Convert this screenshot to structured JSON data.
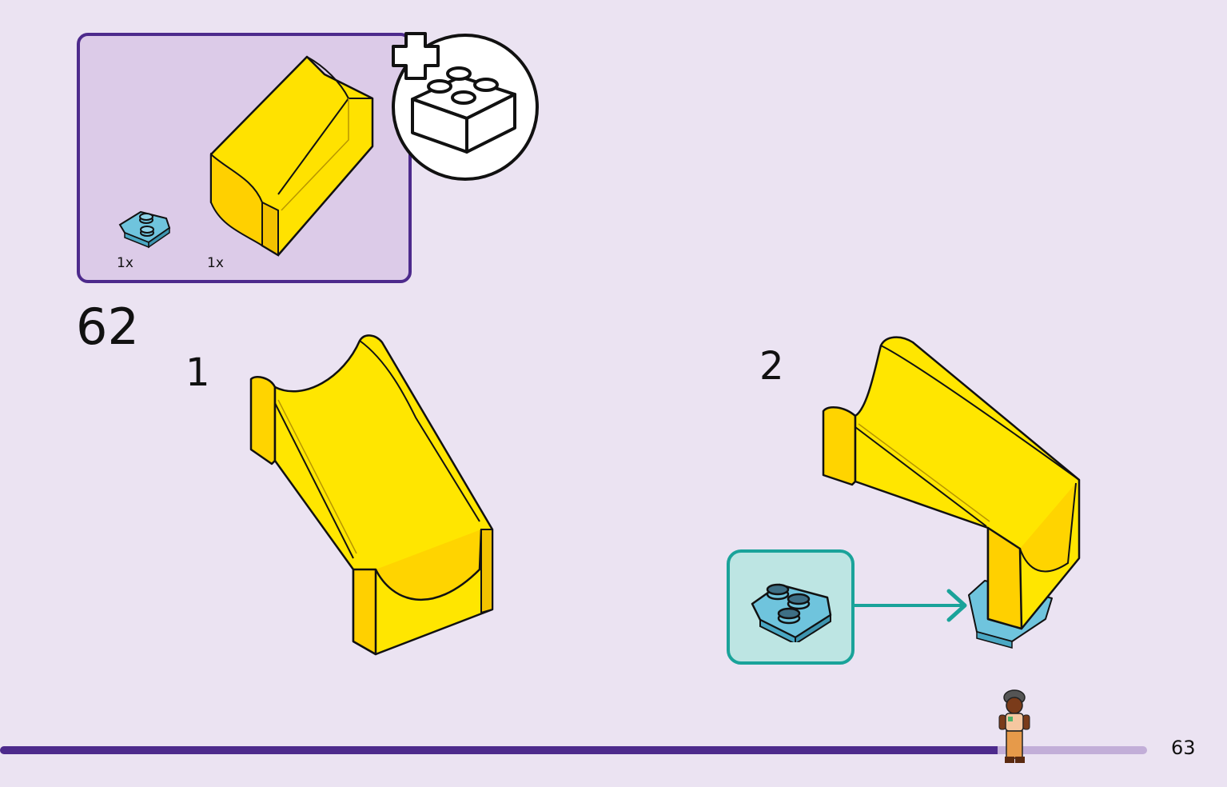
{
  "parts": [
    {
      "name": "light-blue-wedge-plate",
      "quantity": "1x",
      "color": "#6fc4dd"
    },
    {
      "name": "yellow-slide",
      "quantity": "1x",
      "color": "#ffe200"
    }
  ],
  "add_brick_icon": "plus-brick-icon",
  "step": {
    "number": "62",
    "substeps": [
      {
        "label": "1"
      },
      {
        "label": "2"
      }
    ]
  },
  "callout": {
    "part": "light-blue-wedge-plate",
    "border_color": "#1aa39a",
    "fill_color": "#bde5e3"
  },
  "progress": {
    "fraction": 0.87
  },
  "page_number": "63",
  "colors": {
    "background": "#ebe3f2",
    "panel_fill": "#dccbe8",
    "panel_border": "#4d2a8c",
    "yellow": "#ffe200",
    "light_blue": "#6fc4dd"
  }
}
